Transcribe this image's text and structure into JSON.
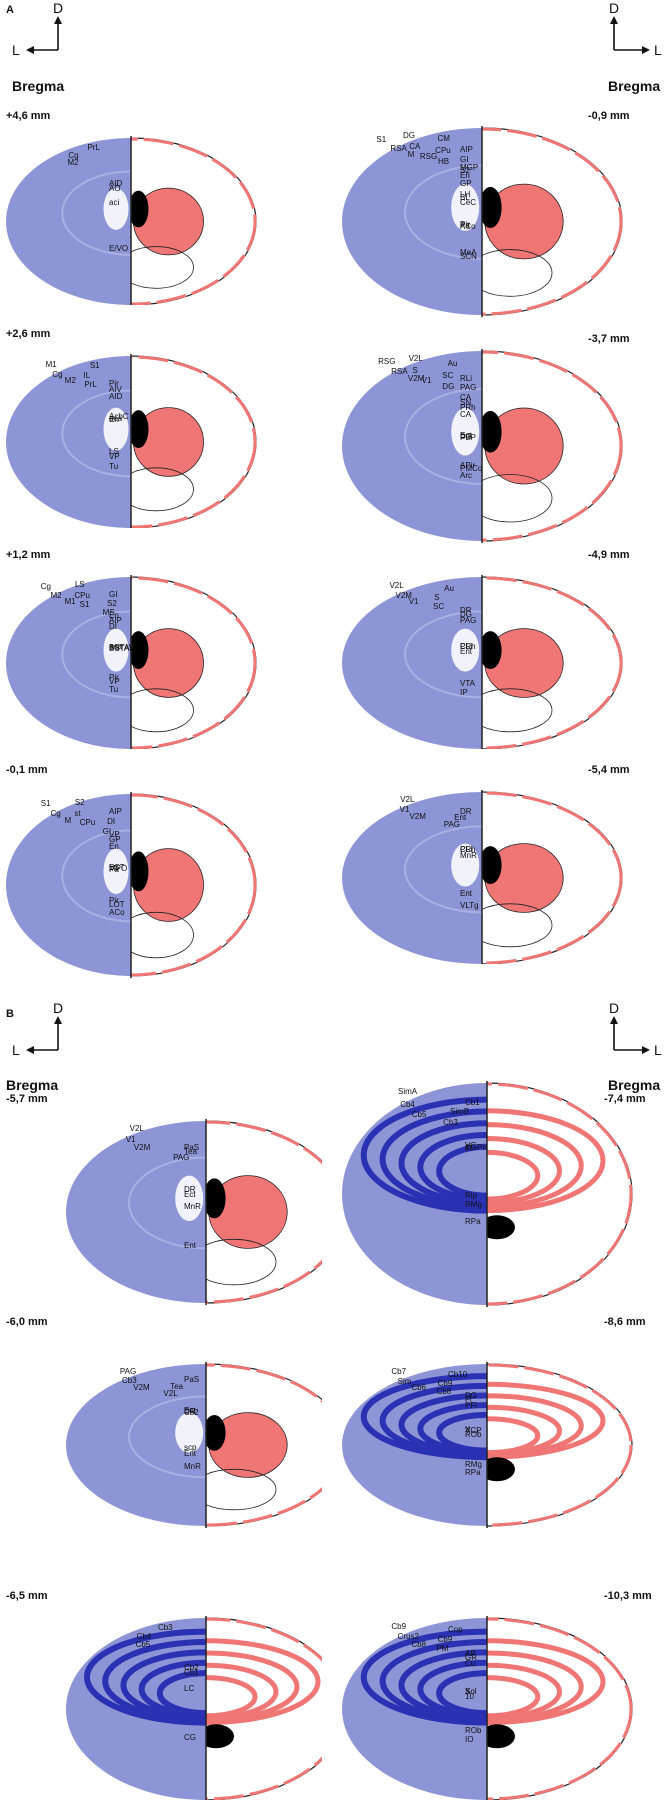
{
  "panels": {
    "a": "A",
    "b": "B"
  },
  "axes": {
    "dorsal": "D",
    "lateral": "L"
  },
  "bregma": "Bregma",
  "colors": {
    "nissl": "#8e95d6",
    "nissl_dark": "#2a32b3",
    "highlight": "#f07575",
    "filled": "#000000",
    "outline": "#222222"
  },
  "sections": [
    {
      "id": "a1",
      "mm": "+4,6 mm",
      "labels": [
        "M2",
        "Cg",
        "PrL",
        "AID",
        "AO",
        "aci",
        "E/VO"
      ]
    },
    {
      "id": "a2",
      "mm": "+2,6 mm",
      "labels": [
        "M2",
        "Cg",
        "M1",
        "PrL",
        "IL",
        "S1",
        "AID",
        "AIV",
        "Pir",
        "En",
        "AcbC",
        "aca",
        "LS",
        "VP",
        "Tu"
      ]
    },
    {
      "id": "a3",
      "mm": "+1,2 mm",
      "labels": [
        "M1",
        "M2",
        "Cg",
        "S1",
        "CPu",
        "LS",
        "MS",
        "S2",
        "GI",
        "DI",
        "AIP",
        "En",
        "BSTAI",
        "aca",
        "BSTAV",
        "Pir",
        "VP",
        "Tu"
      ]
    },
    {
      "id": "a4",
      "mm": "-0,1 mm",
      "labels": [
        "M",
        "Cg",
        "S1",
        "CPu",
        "st",
        "S2",
        "GI",
        "DI",
        "AIP",
        "En",
        "GP",
        "VP",
        "Pa",
        "BST",
        "MPO",
        "Pir",
        "LOT",
        "ACo"
      ]
    },
    {
      "id": "a5",
      "mm": "-0,9 mm",
      "labels": [
        "M",
        "RSA",
        "S1",
        "RSG",
        "CA",
        "DG",
        "HB",
        "CPu",
        "CM",
        "S2",
        "GI",
        "AIP",
        "GP",
        "En",
        "MGP",
        "CeC",
        "BL",
        "LH",
        "Pa",
        "Pir",
        "ACo",
        "MeA",
        "SCN"
      ]
    },
    {
      "id": "a6",
      "mm": "-3,7 mm",
      "labels": [
        "V2M",
        "RSA",
        "RSG",
        "V1",
        "S",
        "V2L",
        "DG",
        "SC",
        "Au",
        "CA",
        "PAG",
        "RLi",
        "CA",
        "PRh",
        "SN",
        "PBP",
        "Ent",
        "DG",
        "APir",
        "PMCo",
        "Arc"
      ]
    },
    {
      "id": "a7",
      "mm": "-4,9 mm",
      "labels": [
        "V1",
        "V2M",
        "V2L",
        "SC",
        "S",
        "Au",
        "PAG",
        "DG",
        "DR",
        "PRh",
        "CLi",
        "Ent",
        "VTA",
        "IP"
      ]
    },
    {
      "id": "a8",
      "mm": "-5,4 mm",
      "labels": [
        "V2M",
        "V1",
        "V2L",
        "PAG",
        "Ent",
        "DR",
        "CLi",
        "PRh",
        "MnR",
        "Ent",
        "VLTg"
      ]
    },
    {
      "id": "b1",
      "mm": "-5,7 mm",
      "labels": [
        "V2M",
        "V1",
        "V2L",
        "PAG",
        "Tea",
        "PaS",
        "DR",
        "Ect",
        "MnR",
        "Ent"
      ]
    },
    {
      "id": "b2",
      "mm": "-7,4 mm",
      "labels": [
        "Cb5",
        "Cb4",
        "SimA",
        "Cb3",
        "SimB",
        "Cb1",
        "Fl",
        "VC",
        "CGPn",
        "Rip",
        "RMg",
        "RPa"
      ]
    },
    {
      "id": "b3",
      "mm": "-6,0 mm",
      "labels": [
        "V2M",
        "Cb3",
        "PAG",
        "V2L",
        "Tea",
        "PaS",
        "Cb2",
        "Ect",
        "DR",
        "scp",
        "Ent",
        "MnR"
      ]
    },
    {
      "id": "b4",
      "mm": "-8,6 mm",
      "labels": [
        "Cb6",
        "Sim",
        "Cb7",
        "Cb8",
        "Cb9",
        "Cb10",
        "PFl",
        "Fl",
        "DG",
        "X",
        "VCP",
        "ROb",
        "RMg",
        "RPa"
      ]
    },
    {
      "id": "b5",
      "mm": "-6,5 mm",
      "labels": [
        "Cb5",
        "Cb4",
        "Cb3",
        "Cb2",
        "Cb1",
        "LC",
        "CG"
      ]
    },
    {
      "id": "b6",
      "mm": "-10,3 mm",
      "labels": [
        "Cb8",
        "Crus2",
        "Cb9",
        "PM",
        "Cb9",
        "Cop",
        "Cu",
        "GR",
        "AP",
        "X",
        "Sol",
        "10",
        "ROb",
        "IO"
      ]
    }
  ]
}
